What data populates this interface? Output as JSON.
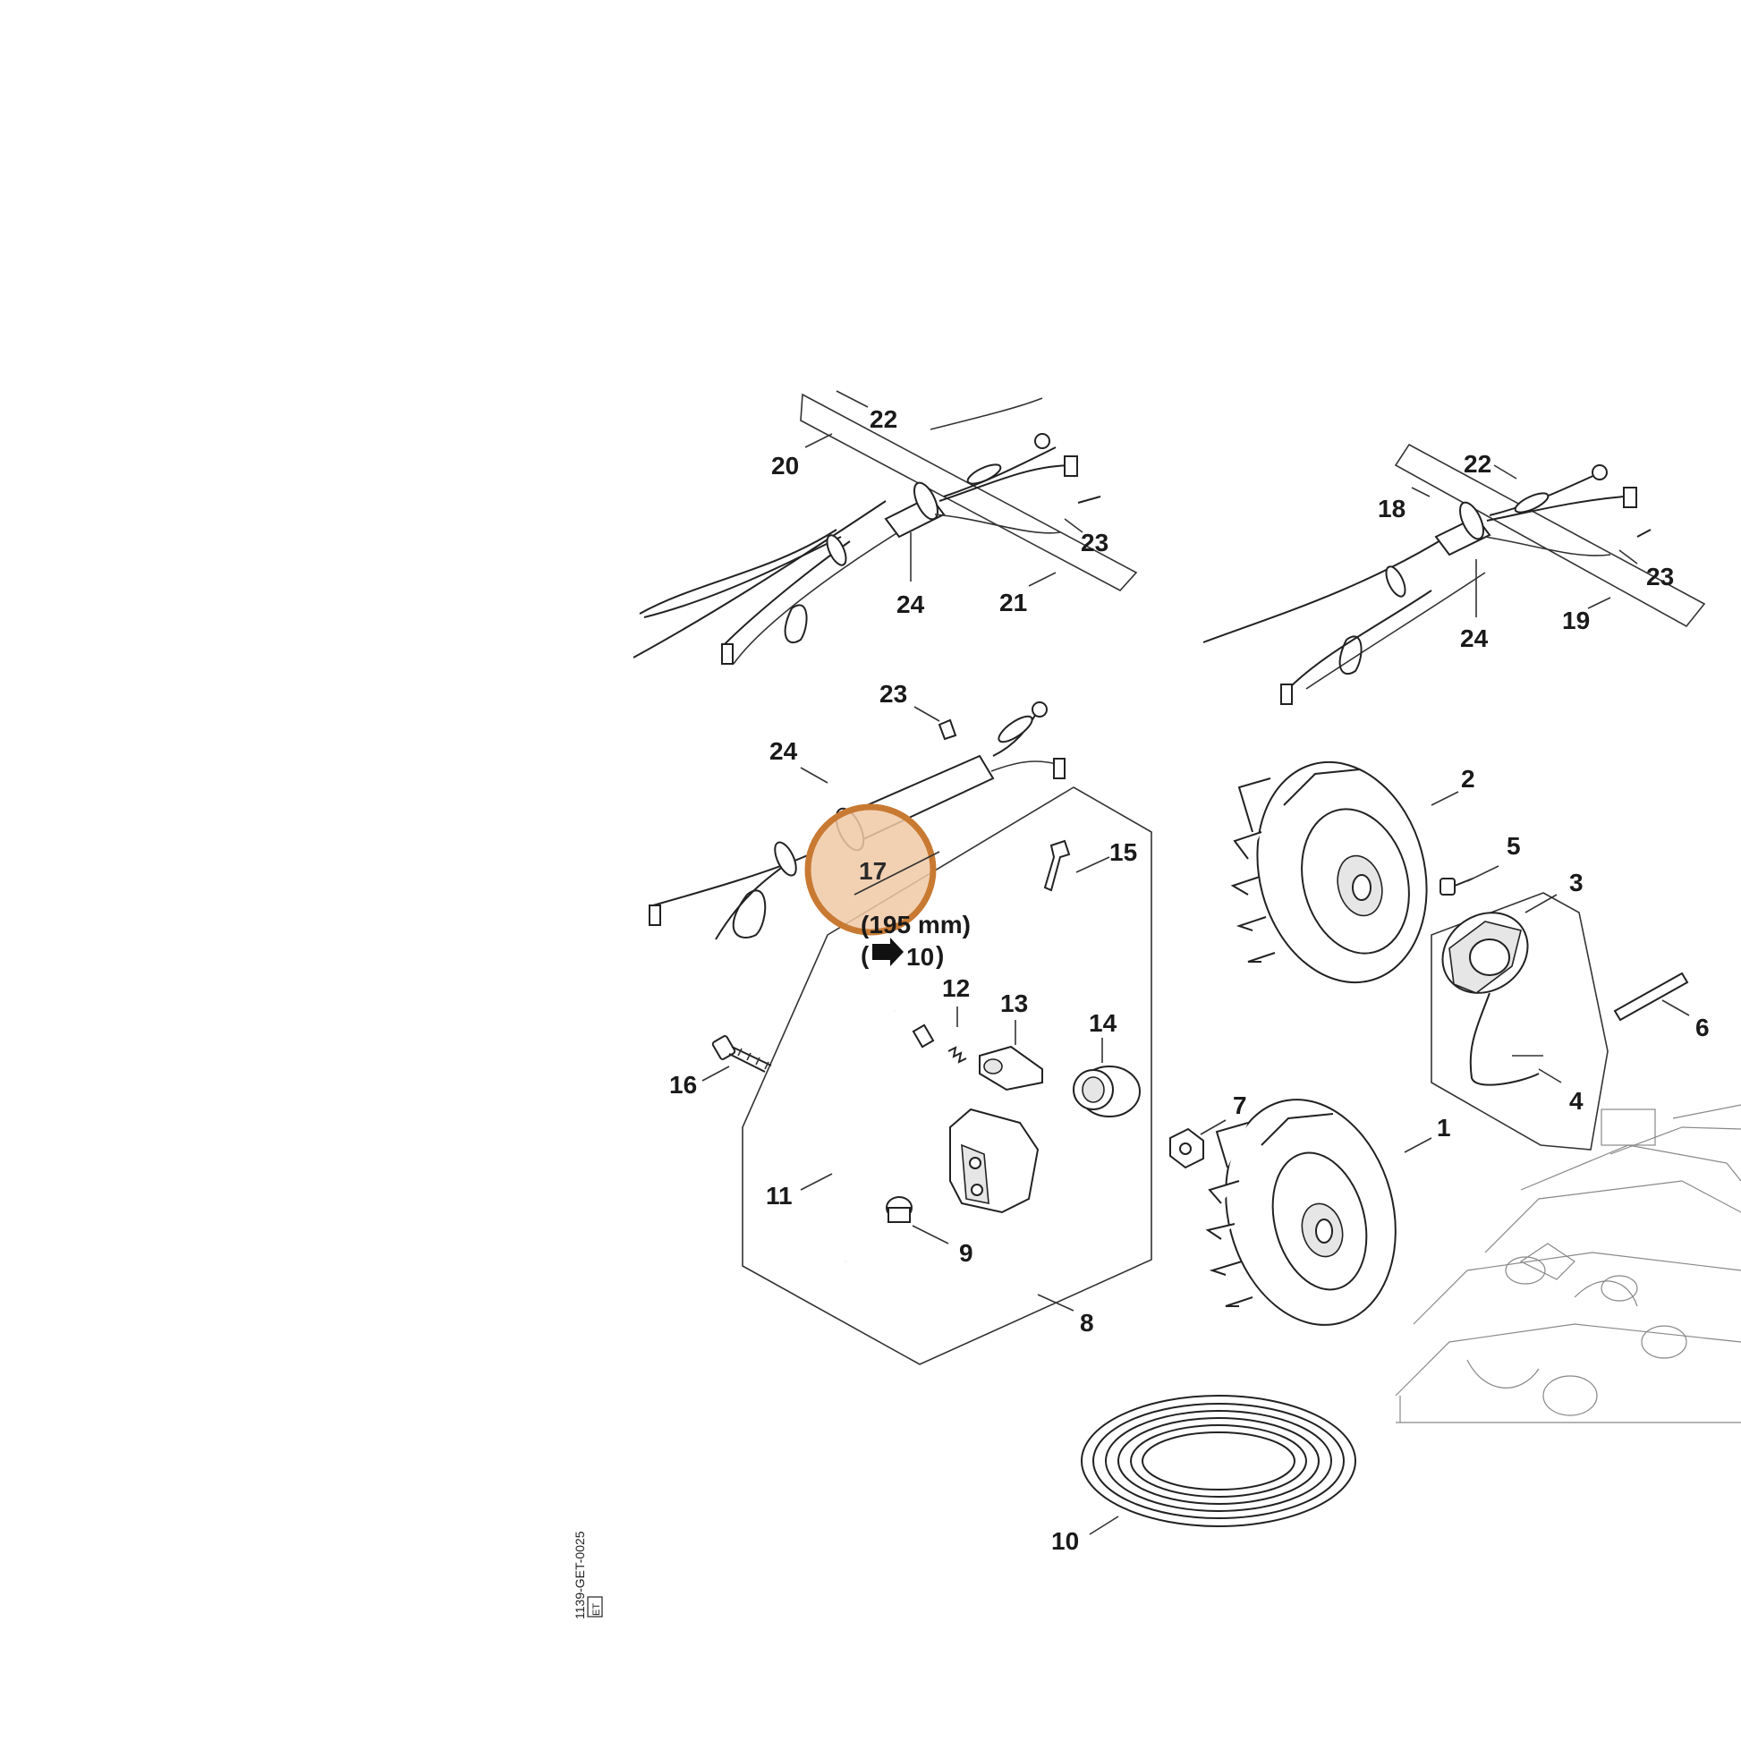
{
  "drawing_ref": "1139-GET-0025",
  "drawing_tag": "ET",
  "highlight": {
    "label": "17",
    "color": "#c87a33",
    "fill": "#f0c9a6"
  },
  "notes": {
    "length": "(195 mm)",
    "ref_open": "(",
    "ref_target": "10",
    "ref_close": ")"
  },
  "labels": [
    {
      "id": "22a",
      "text": "22"
    },
    {
      "id": "20",
      "text": "20"
    },
    {
      "id": "24a",
      "text": "24"
    },
    {
      "id": "21",
      "text": "21"
    },
    {
      "id": "23a",
      "text": "23"
    },
    {
      "id": "22b",
      "text": "22"
    },
    {
      "id": "18",
      "text": "18"
    },
    {
      "id": "24b",
      "text": "24"
    },
    {
      "id": "19",
      "text": "19"
    },
    {
      "id": "23b",
      "text": "23"
    },
    {
      "id": "23c",
      "text": "23"
    },
    {
      "id": "24c",
      "text": "24"
    },
    {
      "id": "15",
      "text": "15"
    },
    {
      "id": "2",
      "text": "2"
    },
    {
      "id": "5",
      "text": "5"
    },
    {
      "id": "3",
      "text": "3"
    },
    {
      "id": "6",
      "text": "6"
    },
    {
      "id": "4",
      "text": "4"
    },
    {
      "id": "12",
      "text": "12"
    },
    {
      "id": "13",
      "text": "13"
    },
    {
      "id": "14",
      "text": "14"
    },
    {
      "id": "16",
      "text": "16"
    },
    {
      "id": "7",
      "text": "7"
    },
    {
      "id": "1",
      "text": "1"
    },
    {
      "id": "11",
      "text": "11"
    },
    {
      "id": "9",
      "text": "9"
    },
    {
      "id": "8",
      "text": "8"
    },
    {
      "id": "10b",
      "text": "10"
    }
  ]
}
